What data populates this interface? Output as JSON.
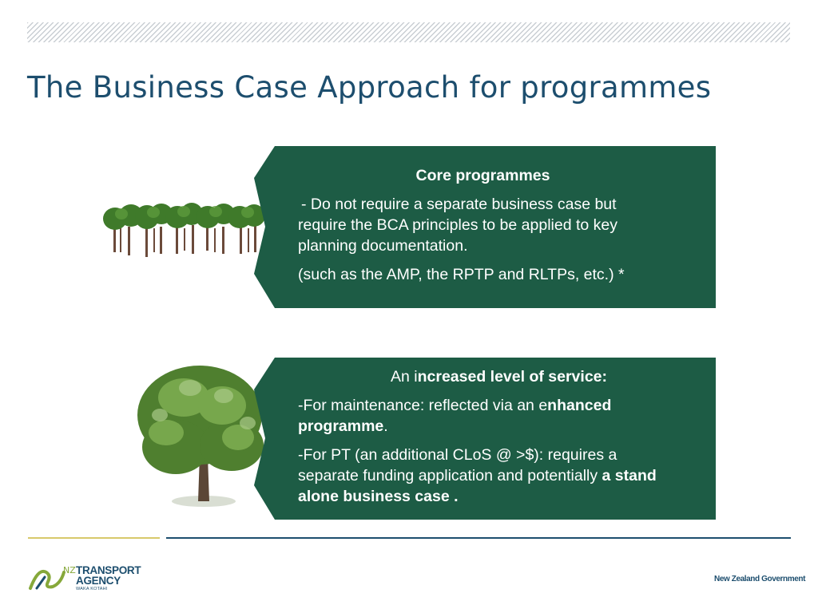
{
  "slide": {
    "title": "The Business Case Approach for programmes"
  },
  "box1": {
    "heading": "Core programmes",
    "line1": "- Do not require a separate business case but require the BCA principles to be applied to key planning documentation.",
    "line2": "(such as the AMP, the RPTP and RLTPs, etc.) *"
  },
  "box2": {
    "heading_prefix": "An i",
    "heading_bold": "ncreased level of service:",
    "p1_text_a": "-For maintenance: reflected via an e",
    "p1_bold": "nhanced programme",
    "p1_text_b": ".",
    "p2_text": "-For PT (an additional CLoS @ >$): requires a separate funding application and potentially ",
    "p2_bold": "a stand alone business case ."
  },
  "footer": {
    "logo_nz": "NZ",
    "logo_line1": "TRANSPORT",
    "logo_line2": "AGENCY",
    "logo_sub": "WAKA KOTAHI",
    "govt": "New Zealand Government"
  },
  "colors": {
    "box_green": "#1d5c45",
    "title_blue": "#1d4e6e",
    "accent_gold": "#d8c96b",
    "logo_green": "#86a83a"
  },
  "icons": [
    "small-trees-image",
    "large-tree-image",
    "nz-transport-agency-logo"
  ]
}
